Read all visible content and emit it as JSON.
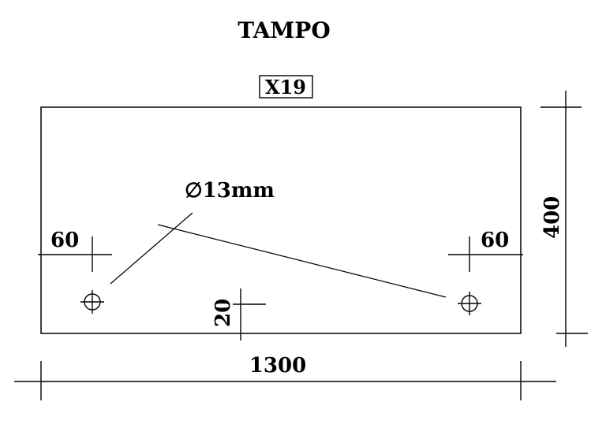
{
  "title": "TAMPO",
  "part_code": "X19",
  "hole_label": "∅13mm",
  "dimensions": {
    "width": "1300",
    "height": "400",
    "hole_offset_left": "60",
    "hole_offset_right": "60",
    "hole_offset_bottom": "20"
  }
}
